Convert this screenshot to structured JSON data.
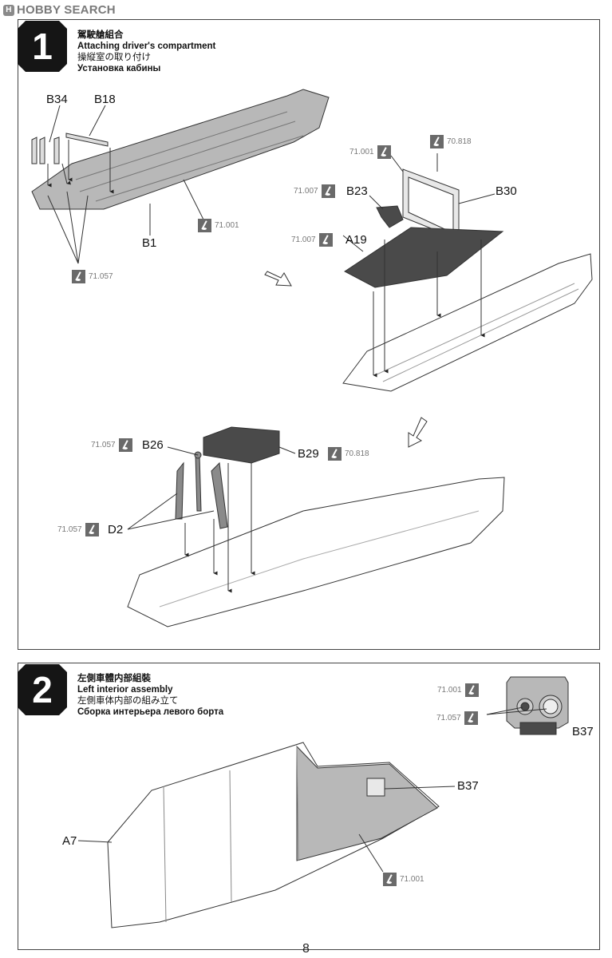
{
  "watermark": {
    "logo_text": "H",
    "text": "HOBBY SEARCH"
  },
  "step1": {
    "number": "1",
    "title_zh": "駕駛艙組合",
    "title_en": "Attaching driver's compartment",
    "title_ja": "操縦室の取り付け",
    "title_ru": "Установка кабины",
    "parts": [
      "B34",
      "B18",
      "B1",
      "B23",
      "B30",
      "A19",
      "B26",
      "B29",
      "D2"
    ],
    "paints": [
      "71.001",
      "71.057",
      "71.001",
      "70.818",
      "71.007",
      "71.007",
      "71.057",
      "70.818",
      "71.057"
    ]
  },
  "step2": {
    "number": "2",
    "title_zh": "左側車體内部組裝",
    "title_en": "Left interior assembly",
    "title_ja": "左側車体内部の組み立て",
    "title_ru": "Сборка интерьера левого борта",
    "parts": [
      "B37",
      "B37",
      "A7"
    ],
    "paints": [
      "71.001",
      "71.057",
      "71.001"
    ]
  },
  "page_number": "8",
  "colors": {
    "chip": "#6a6a6a",
    "part_fill": "#b8b8b8",
    "dark_part": "#4a4a4a",
    "line": "#333333"
  }
}
